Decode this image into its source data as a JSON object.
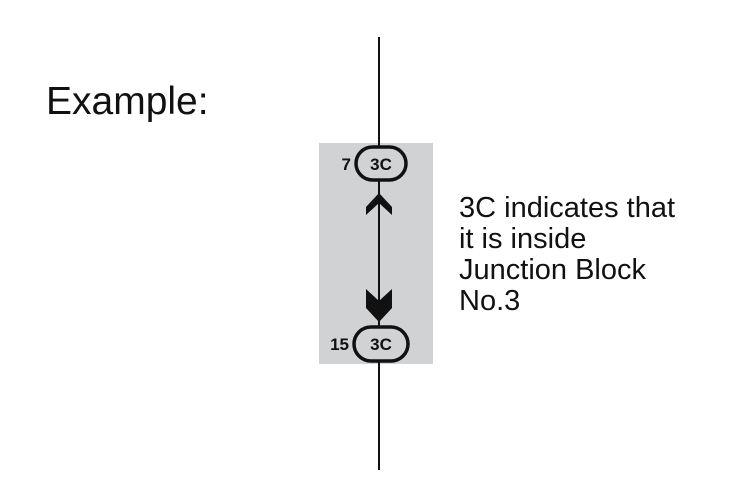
{
  "heading": "Example:",
  "connector_top": {
    "pin": "7",
    "label": "3C"
  },
  "connector_bottom": {
    "pin": "15",
    "label": "3C"
  },
  "note_lines": [
    "3C indicates that",
    "it is inside",
    "Junction Block",
    "No.3"
  ],
  "colors": {
    "block_fill": "#d1d2d4",
    "line": "#111111",
    "connector_fill": "#d1d2d4"
  }
}
